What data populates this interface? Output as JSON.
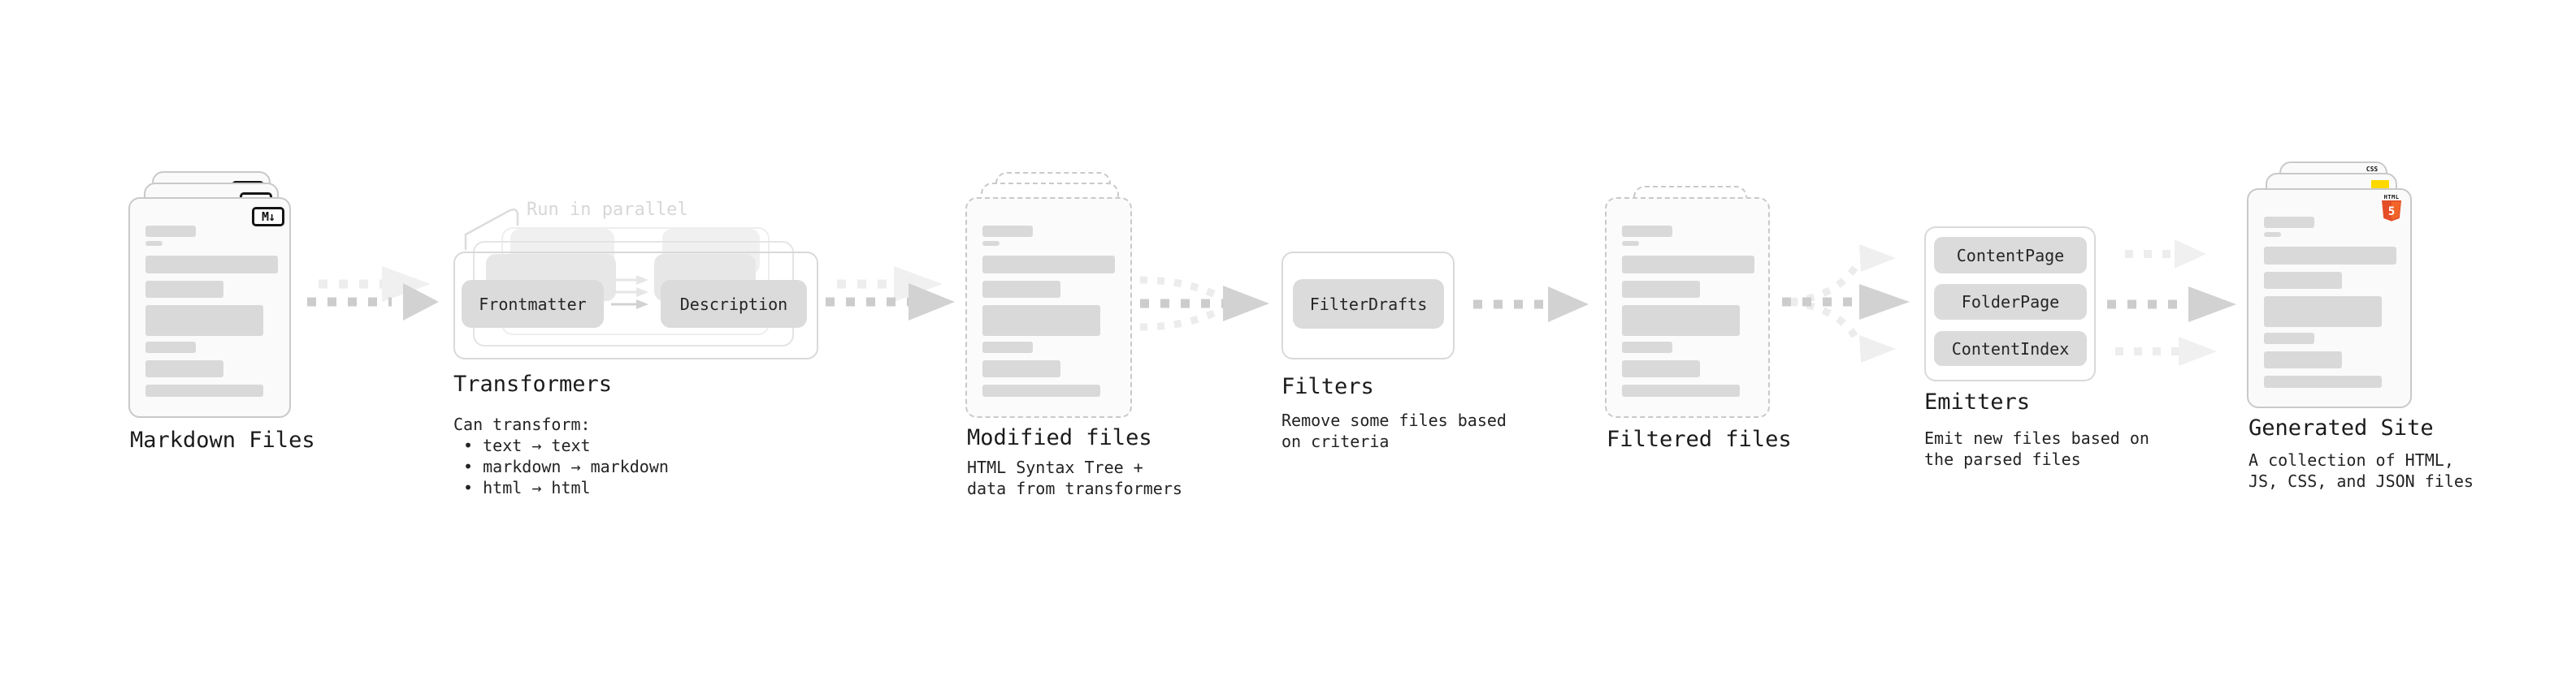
{
  "colors": {
    "background": "#ffffff",
    "doc_fill": "#fafafa",
    "doc_border": "#c9c9c9",
    "placeholder_bar": "#d9d9d9",
    "pill_fill": "#dbdbdb",
    "arrow_dark": "#cccccc",
    "arrow_light": "#ededed",
    "text": "#1b1b1b",
    "callout_gray": "#d7d7d7",
    "html5_orange": "#e44d26",
    "html5_orange_light": "#f16529",
    "js_yellow": "#ffd800",
    "css_blue": "#306af1"
  },
  "stages": {
    "markdown": {
      "label": "Markdown Files",
      "badge": "M↓"
    },
    "transformers": {
      "label": "Transformers",
      "callout": "Run in parallel",
      "pills": [
        "Frontmatter",
        "Description"
      ],
      "description": "Can transform:\n • text → text\n • markdown → markdown\n • html → html"
    },
    "modified": {
      "label": "Modified files",
      "description": "HTML Syntax Tree +\ndata from transformers"
    },
    "filters": {
      "label": "Filters",
      "pills": [
        "FilterDrafts"
      ],
      "description": "Remove some files based\non criteria"
    },
    "filtered": {
      "label": "Filtered files"
    },
    "emitters": {
      "label": "Emitters",
      "pills": [
        "ContentPage",
        "FolderPage",
        "ContentIndex"
      ],
      "description": "Emit new files based on\nthe parsed files"
    },
    "generated": {
      "label": "Generated Site",
      "description": "A collection of HTML,\nJS, CSS, and JSON files",
      "badges": {
        "css": "CSS",
        "html": "HTML",
        "html_number": "5"
      }
    }
  }
}
